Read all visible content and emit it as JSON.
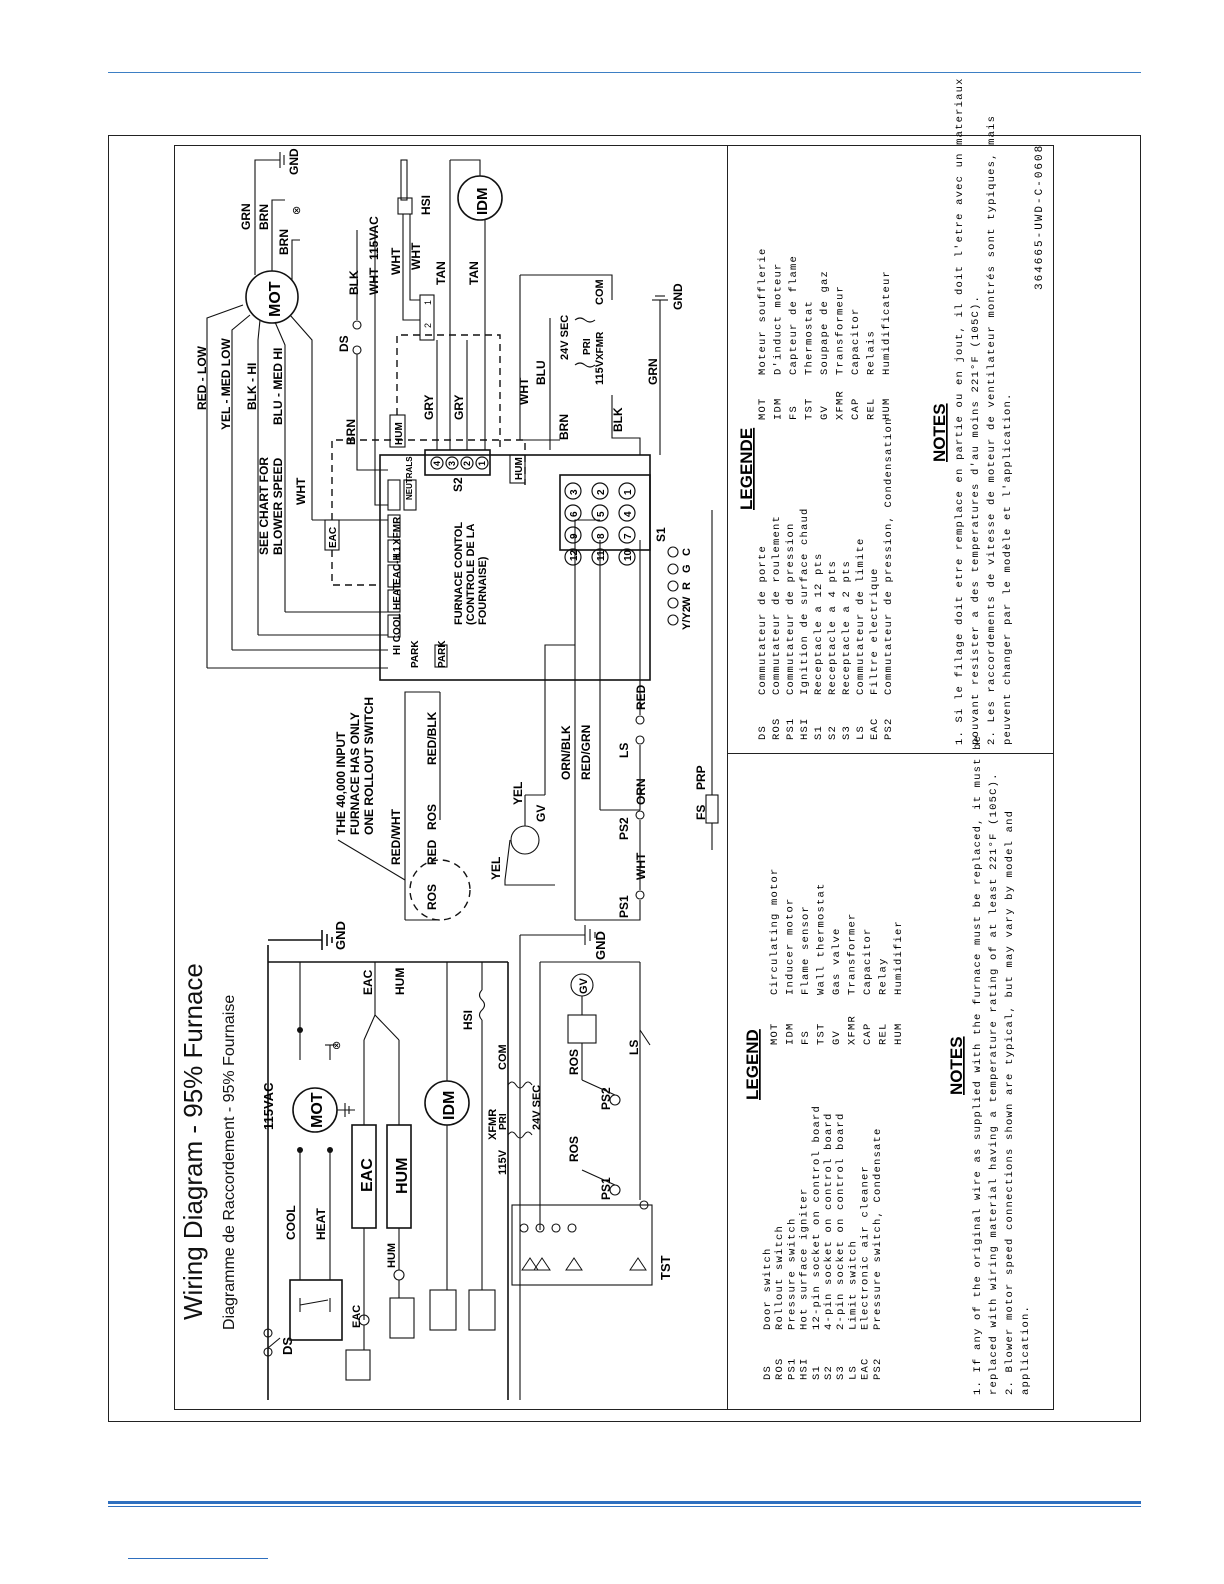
{
  "title": {
    "main": "Wiring Diagram - 95% Furnace",
    "sub": "Diagramme de Raccordement - 95% Fournaise"
  },
  "ladder": {
    "supply": "115VAC",
    "gnd": "GND",
    "gnd2": "GND",
    "ds": "DS",
    "cool": "COOL",
    "heat": "HEAT",
    "eac_top": "EAC",
    "hum_top": "HUM",
    "hsi": "HSI",
    "mot": "MOT",
    "idm": "IDM",
    "eac": "EAC",
    "hum": "HUM",
    "eac_small": "EAC",
    "hum_small": "HUM",
    "xfmr": "XFMR",
    "pri": "PRI",
    "com": "COM",
    "v115": "115V",
    "sec": "24V SEC",
    "gv": "GV",
    "ros1": "ROS",
    "ros2": "ROS",
    "ps1": "PS1",
    "ps2": "PS2",
    "ls": "LS",
    "tst": "TST"
  },
  "schematic": {
    "note_rollout": [
      "THE 40,000 INPUT",
      "FURNACE HAS ONLY",
      "ONE ROLLOUT SWITCH"
    ],
    "red_wht": "RED/WHT",
    "red": "RED",
    "ros": "ROS",
    "red_blk": "RED/BLK",
    "yel": "YEL",
    "yel2": "YEL",
    "gv": "GV",
    "orn_blk": "ORN/BLK",
    "red_grn": "RED/GRN",
    "ps1": "PS1",
    "ps2": "PS2",
    "wht": "WHT",
    "orn": "ORN",
    "ls": "LS",
    "red2": "RED",
    "prp": "PRP",
    "fs": "FS",
    "wire_colors": [
      "RED - LOW",
      "YEL - MED LOW",
      "BLK - HI",
      "BLU - MED HI"
    ],
    "see_chart": [
      "SEE CHART FOR",
      "BLOWER SPEED"
    ],
    "wht_top": "WHT",
    "grn": "GRN",
    "brn1": "BRN",
    "brn2": "BRN",
    "gnd": "GND",
    "mot": "MOT",
    "ds": "DS",
    "blk": "BLK",
    "wht_115": "WHT",
    "v115": "115VAC",
    "wht_a": "WHT",
    "wht_b": "WHT",
    "tan1": "TAN",
    "tan2": "TAN",
    "hsi": "HSI",
    "idm": "IDM",
    "brn_mid": "BRN",
    "gry1": "GRY",
    "gry2": "GRY",
    "hum_box": "HUM",
    "hum_box2": "HUM",
    "wht_mid": "WHT",
    "blu": "BLU",
    "brn_low": "BRN",
    "blk_low": "BLK",
    "sec": "24V SEC",
    "pri": "PRI",
    "xfmr": "XFMR",
    "v115b": "115V",
    "com": "COM",
    "grn_low": "GRN",
    "gnd_low": "GND",
    "control_label": [
      "FURNACE CONTOL",
      "(CONTROLE DE LA",
      "FOURNAISE)"
    ],
    "terminals": [
      "HI COOL",
      "HEAT",
      "EAC-H",
      "L1",
      "XFMR",
      "NEUTRALS"
    ],
    "park": [
      "PARK",
      "PARK"
    ],
    "eac_box": "EAC",
    "stat": [
      "Y/Y2",
      "W",
      "R",
      "G",
      "C"
    ],
    "s1": "S1",
    "s2": "S2",
    "pins_s1": [
      [
        "12",
        "9",
        "6",
        "3"
      ],
      [
        "11",
        "8",
        "5",
        "2"
      ],
      [
        "10",
        "7",
        "4",
        "1"
      ]
    ],
    "pins_s2": [
      "4",
      "3",
      "2",
      "1"
    ],
    "hsi_nums": [
      "1",
      "2"
    ]
  },
  "legend": {
    "title": "LEGEND",
    "items": [
      {
        "code": "DS",
        "desc": "Door switch"
      },
      {
        "code": "ROS",
        "desc": "Rollout switch"
      },
      {
        "code": "PS1",
        "desc": "Pressure switch"
      },
      {
        "code": "HSI",
        "desc": "Hot surface igniter"
      },
      {
        "code": "S1",
        "desc": "12-pin socket on control board"
      },
      {
        "code": "S2",
        "desc": "4-pin socket on control board"
      },
      {
        "code": "S3",
        "desc": "2-pin socket on control board"
      },
      {
        "code": "LS",
        "desc": "Limit switch"
      },
      {
        "code": "EAC",
        "desc": "Electronic air cleaner"
      },
      {
        "code": "PS2",
        "desc": "Pressure switch, Condensate"
      }
    ],
    "items2": [
      {
        "code": "MOT",
        "desc": "Circulating motor"
      },
      {
        "code": "IDM",
        "desc": "Inducer motor"
      },
      {
        "code": "FS",
        "desc": "Flame sensor"
      },
      {
        "code": "TST",
        "desc": "Wall thermostat"
      },
      {
        "code": "GV",
        "desc": "Gas valve"
      },
      {
        "code": "XFMR",
        "desc": "Transformer"
      },
      {
        "code": "CAP",
        "desc": "Capacitor"
      },
      {
        "code": "REL",
        "desc": "Relay"
      },
      {
        "code": "HUM",
        "desc": "Humidifier"
      }
    ],
    "notes_title": "NOTES",
    "notes": [
      "1.  If any of the original wire as supplied with the furnace must be replaced, it must be",
      "     replaced with wiring material having a temperature rating of at least 221°F (105C).",
      "2.  Blower motor speed connections shown are typical, but may vary by model and",
      "     application."
    ]
  },
  "legende": {
    "title": "LEGENDE",
    "items": [
      {
        "code": "DS",
        "desc": "Commutateur de porte"
      },
      {
        "code": "ROS",
        "desc": "Commutateur de roulement"
      },
      {
        "code": "PS1",
        "desc": "Commutateur de pression"
      },
      {
        "code": "HSI",
        "desc": "Ignition de surface chaud"
      },
      {
        "code": "S1",
        "desc": "Receptacle a 12 pts"
      },
      {
        "code": "S2",
        "desc": "Receptacle a 4 pts"
      },
      {
        "code": "S3",
        "desc": "Receptacle a 2 pts"
      },
      {
        "code": "LS",
        "desc": "Commutateur de limite"
      },
      {
        "code": "EAC",
        "desc": "Filtre electrique"
      },
      {
        "code": "PS2",
        "desc": "Commutateur de pression, Condensation"
      }
    ],
    "items2": [
      {
        "code": "MOT",
        "desc": "Moteur soufflerie"
      },
      {
        "code": "IDM",
        "desc": "D'induct moteur"
      },
      {
        "code": "FS",
        "desc": "Capteur de flame"
      },
      {
        "code": "TST",
        "desc": "Thermostat"
      },
      {
        "code": "GV",
        "desc": "Soupape de gaz"
      },
      {
        "code": "XFMR",
        "desc": "Transformeur"
      },
      {
        "code": "CAP",
        "desc": "Capacitor"
      },
      {
        "code": "REL",
        "desc": "Relais"
      },
      {
        "code": "HUM",
        "desc": "Humidificateur"
      }
    ],
    "notes_title": "NOTES",
    "notes": [
      "1.  Si le filage doit etre remplace en partie ou en jout, il doit l'etre avec un materiaux",
      "     pouvant resister a des temperatures d'au moins 221°F (105C).",
      "2.  Les raccordements de vitesse de moteur de ventilateur montrés sont typiques, mais",
      "     peuvent changer par le modèle et l'application."
    ],
    "code": "364665-UWD-C-0608"
  }
}
